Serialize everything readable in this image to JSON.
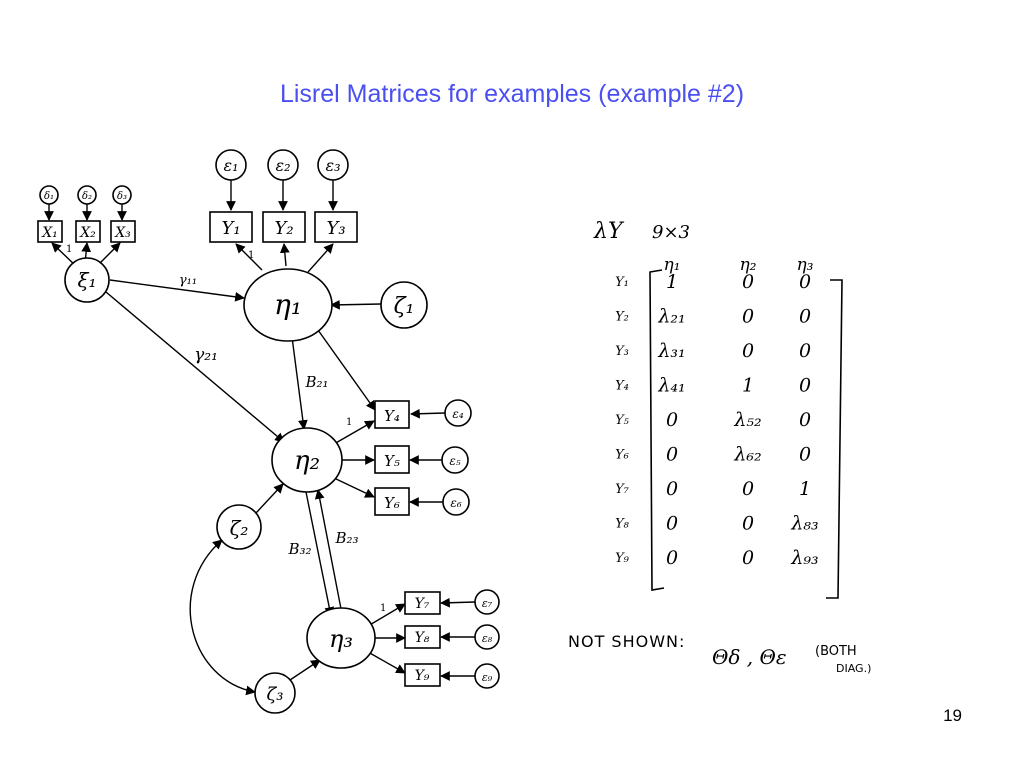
{
  "slide": {
    "title": "Lisrel Matrices for examples (example #2)",
    "number": "19"
  },
  "path_diagram": {
    "eta1": "η₁",
    "eta2": "η₂",
    "eta3": "η₃",
    "xi1": "ξ₁",
    "zeta1": "ζ₁",
    "zeta2": "ζ₂",
    "zeta3": "ζ₃",
    "x_items": [
      "X₁",
      "X₂",
      "X₃"
    ],
    "delta_items": [
      "δ₁",
      "δ₂",
      "δ₃"
    ],
    "y_items": [
      "Y₁",
      "Y₂",
      "Y₃",
      "Y₄",
      "Y₅",
      "Y₆",
      "Y₇",
      "Y₈",
      "Y₉"
    ],
    "eps_items": [
      "ε₁",
      "ε₂",
      "ε₃",
      "ε₄",
      "ε₅",
      "ε₆",
      "ε₇",
      "ε₈",
      "ε₉"
    ],
    "paths": {
      "gamma11": "γ₁₁",
      "gamma21": "γ₂₁",
      "beta21": "B₂₁",
      "beta23": "B₂₃",
      "beta32": "B₃₂"
    },
    "fixed_loading": "1"
  },
  "matrix": {
    "name": "λY",
    "dims": "9×3",
    "col_headers": [
      "η₁",
      "η₂",
      "η₃"
    ],
    "row_labels": [
      "Y₁",
      "Y₂",
      "Y₃",
      "Y₄",
      "Y₅",
      "Y₆",
      "Y₇",
      "Y₈",
      "Y₉"
    ],
    "cells": [
      [
        "1",
        "0",
        "0"
      ],
      [
        "λ₂₁",
        "0",
        "0"
      ],
      [
        "λ₃₁",
        "0",
        "0"
      ],
      [
        "λ₄₁",
        "1",
        "0"
      ],
      [
        "0",
        "λ₅₂",
        "0"
      ],
      [
        "0",
        "λ₆₂",
        "0"
      ],
      [
        "0",
        "0",
        "1"
      ],
      [
        "0",
        "0",
        "λ₈₃"
      ],
      [
        "0",
        "0",
        "λ₉₃"
      ]
    ]
  },
  "note": {
    "label": "NOT SHOWN:",
    "items": "Θδ , Θε",
    "paren_line1": "(BOTH",
    "paren_line2": "DIAG.)"
  }
}
